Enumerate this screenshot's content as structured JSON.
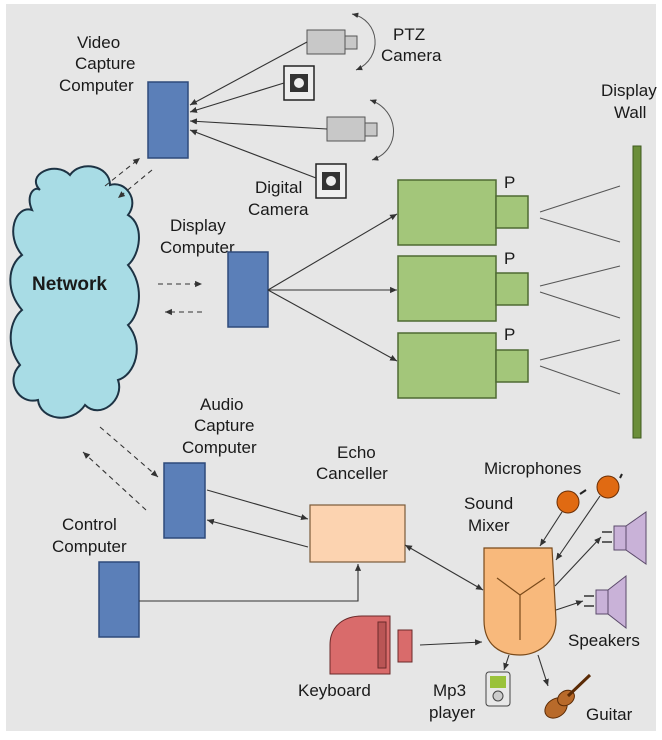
{
  "labels": {
    "video_capture": [
      "Video",
      "Capture",
      "Computer"
    ],
    "ptz": [
      "PTZ",
      "Camera"
    ],
    "digital": [
      "Digital",
      "Camera"
    ],
    "display_wall": [
      "Display",
      "Wall"
    ],
    "display_computer": [
      "Display",
      "Computer"
    ],
    "network": "Network",
    "projector": "P",
    "audio_capture": [
      "Audio",
      "Capture",
      "Computer"
    ],
    "echo": [
      "Echo",
      "Canceller"
    ],
    "microphones": "Microphones",
    "sound_mixer": [
      "Sound",
      "Mixer"
    ],
    "control": [
      "Control",
      "Computer"
    ],
    "speakers": "Speakers",
    "keyboard": "Keyboard",
    "mp3": [
      "Mp3",
      "player"
    ],
    "guitar": "Guitar"
  },
  "colors": {
    "background": "#e6e6e6",
    "computer": "#5b7fb8",
    "computer_stroke": "#2e4a7a",
    "network": "#a8dce5",
    "network_stroke": "#1d3344",
    "projector": "#a3c67a",
    "projector_stroke": "#4f6a33",
    "wall": "#6b8e3a",
    "echo": "#fcd3b0",
    "mixer": "#f8b97c",
    "mic": "#e06a12",
    "speaker": "#c9b2d8",
    "keyboard": "#d96b6b",
    "camera": "#c8c8c8"
  }
}
